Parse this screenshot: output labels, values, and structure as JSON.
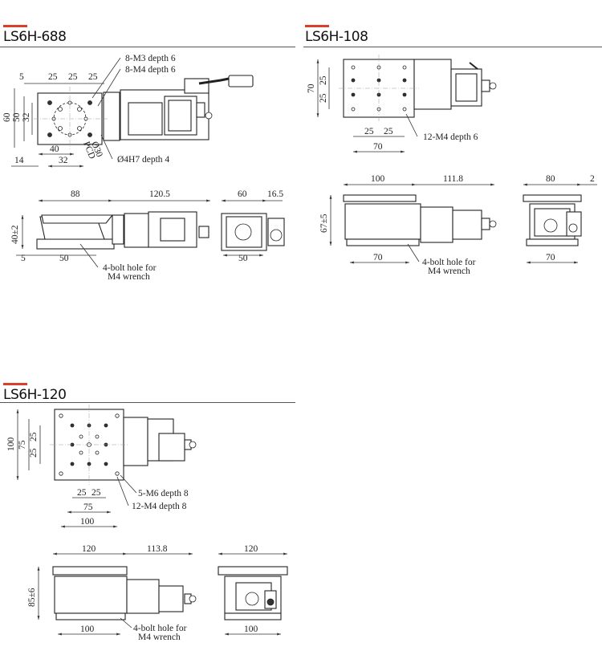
{
  "sections": {
    "ls6h688": {
      "title": "LS6H-688",
      "top_view": {
        "callouts": [
          "8-M3 depth 6",
          "8-M4 depth 6",
          "Ø4H7 depth 4"
        ],
        "pcd_label": "PCD",
        "pcd_value": "Ø30",
        "dims_top": [
          "5",
          "25",
          "25",
          "25"
        ],
        "dims_left": [
          "60",
          "50",
          "32"
        ],
        "dims_bottom": [
          "40",
          "14",
          "32"
        ]
      },
      "side_view": {
        "dims_top": [
          "88",
          "120.5"
        ],
        "dim_height": "40±2",
        "dims_bottom": [
          "5",
          "50"
        ],
        "note_line1": "4-bolt hole for",
        "note_line2": "M4 wrench"
      },
      "end_view": {
        "dims_top": [
          "60",
          "16.5"
        ],
        "dim_bottom": "50"
      }
    },
    "ls6h108": {
      "title": "LS6H-108",
      "top_view": {
        "dims_left": [
          "70",
          "25",
          "25"
        ],
        "dims_bottom": [
          "25",
          "25",
          "70"
        ],
        "callout": "12-M4 depth 6"
      },
      "side_view": {
        "dims_top": [
          "100",
          "111.8"
        ],
        "dim_height": "67±5",
        "dim_bottom": "70",
        "note_line1": "4-bolt hole for",
        "note_line2": "M4 wrench"
      },
      "end_view": {
        "dims_top": [
          "80",
          "2"
        ],
        "dim_bottom": "70"
      }
    },
    "ls6h120": {
      "title": "LS6H-120",
      "top_view": {
        "dims_left": [
          "100",
          "75",
          "25",
          "25"
        ],
        "dims_bottom": [
          "25",
          "25",
          "75",
          "100"
        ],
        "callouts": [
          "5-M6 depth 8",
          "12-M4 depth 8"
        ]
      },
      "side_view": {
        "dims_top": [
          "120",
          "113.8"
        ],
        "dim_height": "85±6",
        "dim_bottom": "100",
        "note_line1": "4-bolt hole for",
        "note_line2": "M4 wrench"
      },
      "end_view": {
        "dim_top": "120",
        "dim_bottom": "100"
      }
    }
  },
  "colors": {
    "accent": "#d9402b",
    "line": "#222222",
    "rule": "#555555"
  }
}
